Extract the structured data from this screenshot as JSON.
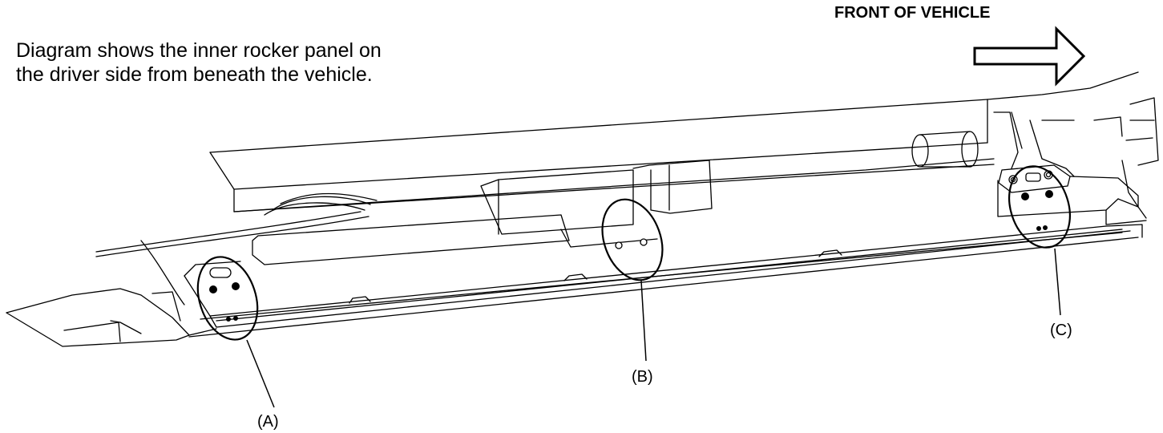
{
  "caption": {
    "line1": "Diagram shows the inner rocker panel on",
    "line2": "the driver side from beneath the vehicle."
  },
  "direction": {
    "label": "FRONT OF VEHICLE",
    "icon": "arrow-right-outline-icon"
  },
  "callouts": [
    {
      "id": "A",
      "label": "(A)"
    },
    {
      "id": "B",
      "label": "(B)"
    },
    {
      "id": "C",
      "label": "(C)"
    }
  ]
}
